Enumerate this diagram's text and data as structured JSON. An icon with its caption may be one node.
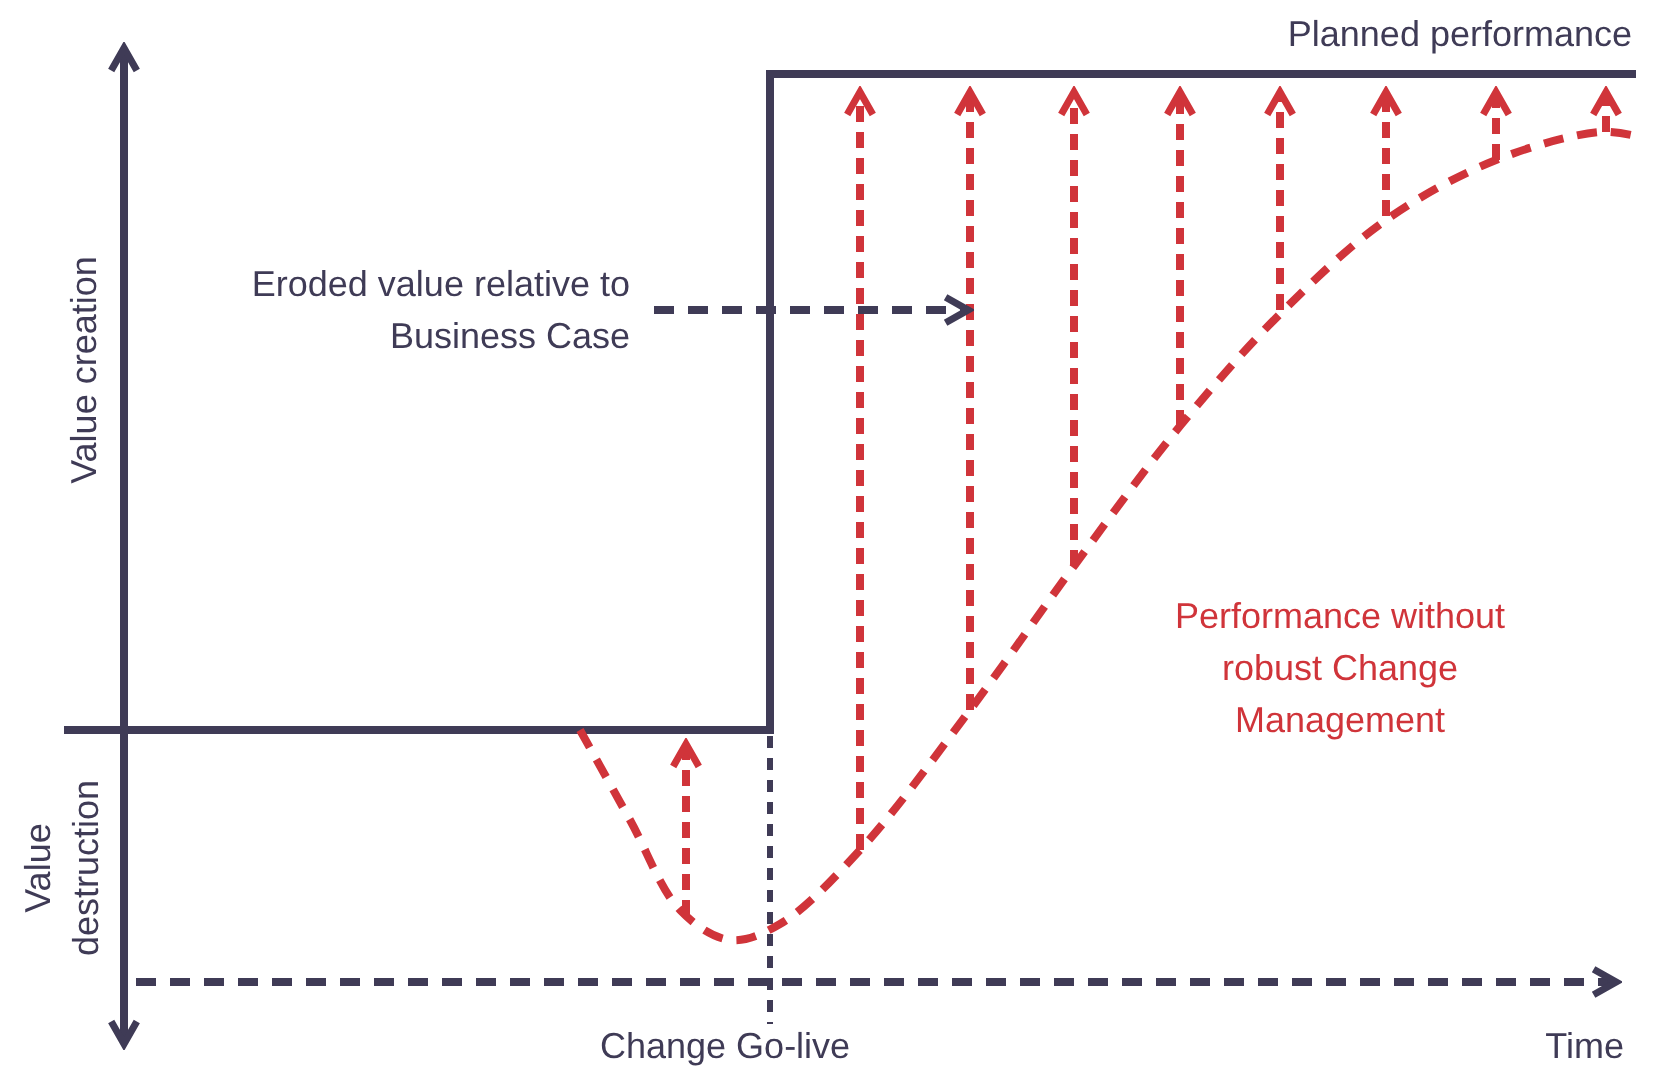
{
  "diagram": {
    "nodes": [
      {
        "text": [
          "Eroded value relative to Business Case"
        ]
      },
      {
        "text": [],
        "shape": "arrow"
      }
    ],
    "edges": [
      {
        "from": 0,
        "to": 1,
        "arrow": "to",
        "style": "dashed"
      }
    ],
    "labels": [
      "Planned performance",
      "Value creation",
      "Value destruction",
      "Performance without robust Change Management",
      "Change Go-live",
      "Time"
    ]
  }
}
